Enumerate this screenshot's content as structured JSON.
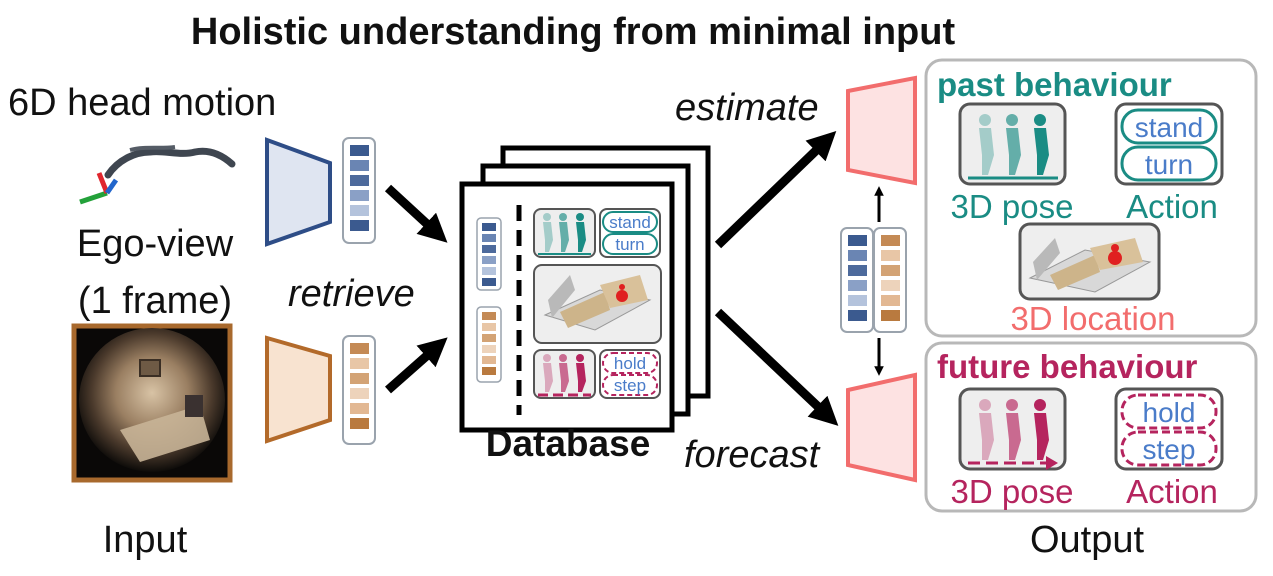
{
  "title": "Holistic understanding from minimal input",
  "input": {
    "head_motion_label": "6D head motion",
    "egoview_label_line1": "Ego-view",
    "egoview_label_line2": "(1 frame)",
    "caption": "Input"
  },
  "retrieve_label": "retrieve",
  "database": {
    "label": "Database",
    "action_past": [
      "stand",
      "turn"
    ],
    "action_future": [
      "hold",
      "step"
    ]
  },
  "estimate_label": "estimate",
  "forecast_label": "forecast",
  "output": {
    "caption": "Output",
    "past": {
      "heading": "past behaviour",
      "pose_label": "3D pose",
      "action_label": "Action",
      "location_label": "3D location",
      "actions": [
        "stand",
        "turn"
      ]
    },
    "future": {
      "heading": "future behaviour",
      "pose_label": "3D pose",
      "action_label": "Action",
      "actions": [
        "hold",
        "step"
      ]
    }
  },
  "colors": {
    "teal": "#1a8c84",
    "magenta": "#b5245e",
    "salmon": "#f26d6d",
    "blue_encoder": "#2e4d87",
    "orange_encoder": "#b36a2a",
    "pill_text_blue": "#4a7cc9"
  }
}
